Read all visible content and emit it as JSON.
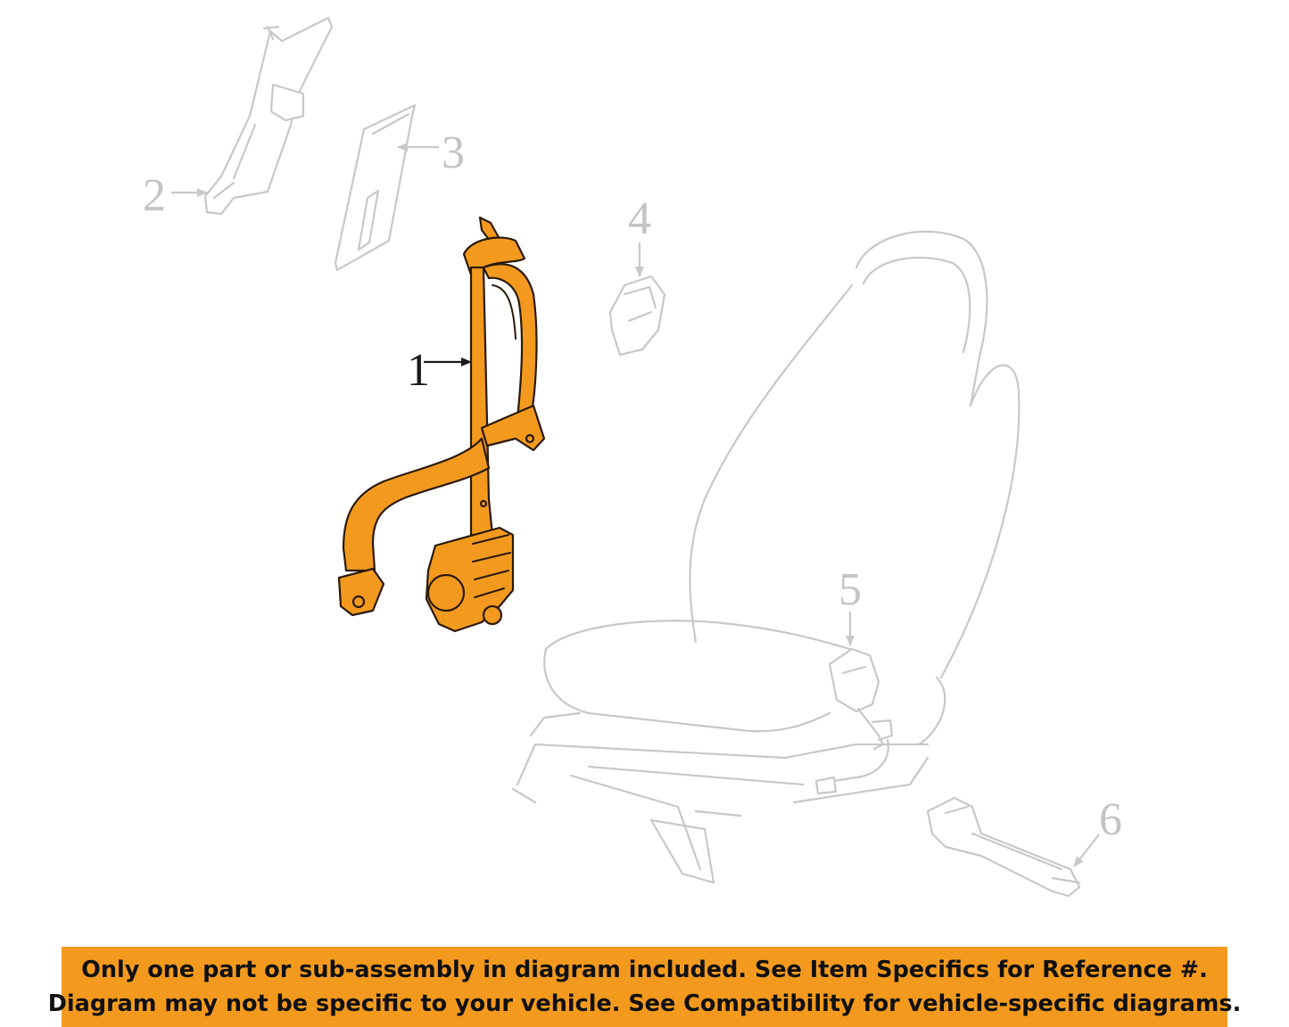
{
  "colors": {
    "highlight": "#f39a1e",
    "ghost_stroke": "#c8c8c8",
    "ghost_text": "#c4c4c4",
    "banner_bg": "#f39a1e",
    "banner_text": "#101010"
  },
  "callouts": [
    {
      "id": "1",
      "label": "1",
      "highlighted": true
    },
    {
      "id": "2",
      "label": "2",
      "highlighted": false
    },
    {
      "id": "3",
      "label": "3",
      "highlighted": false
    },
    {
      "id": "4",
      "label": "4",
      "highlighted": false
    },
    {
      "id": "5",
      "label": "5",
      "highlighted": false
    },
    {
      "id": "6",
      "label": "6",
      "highlighted": false
    }
  ],
  "banner": {
    "line1": "Only one part or sub-assembly in diagram included. See Item Specifics for Reference #.",
    "line2": "Diagram may not be specific to your vehicle. See Compatibility for vehicle-specific diagrams."
  }
}
